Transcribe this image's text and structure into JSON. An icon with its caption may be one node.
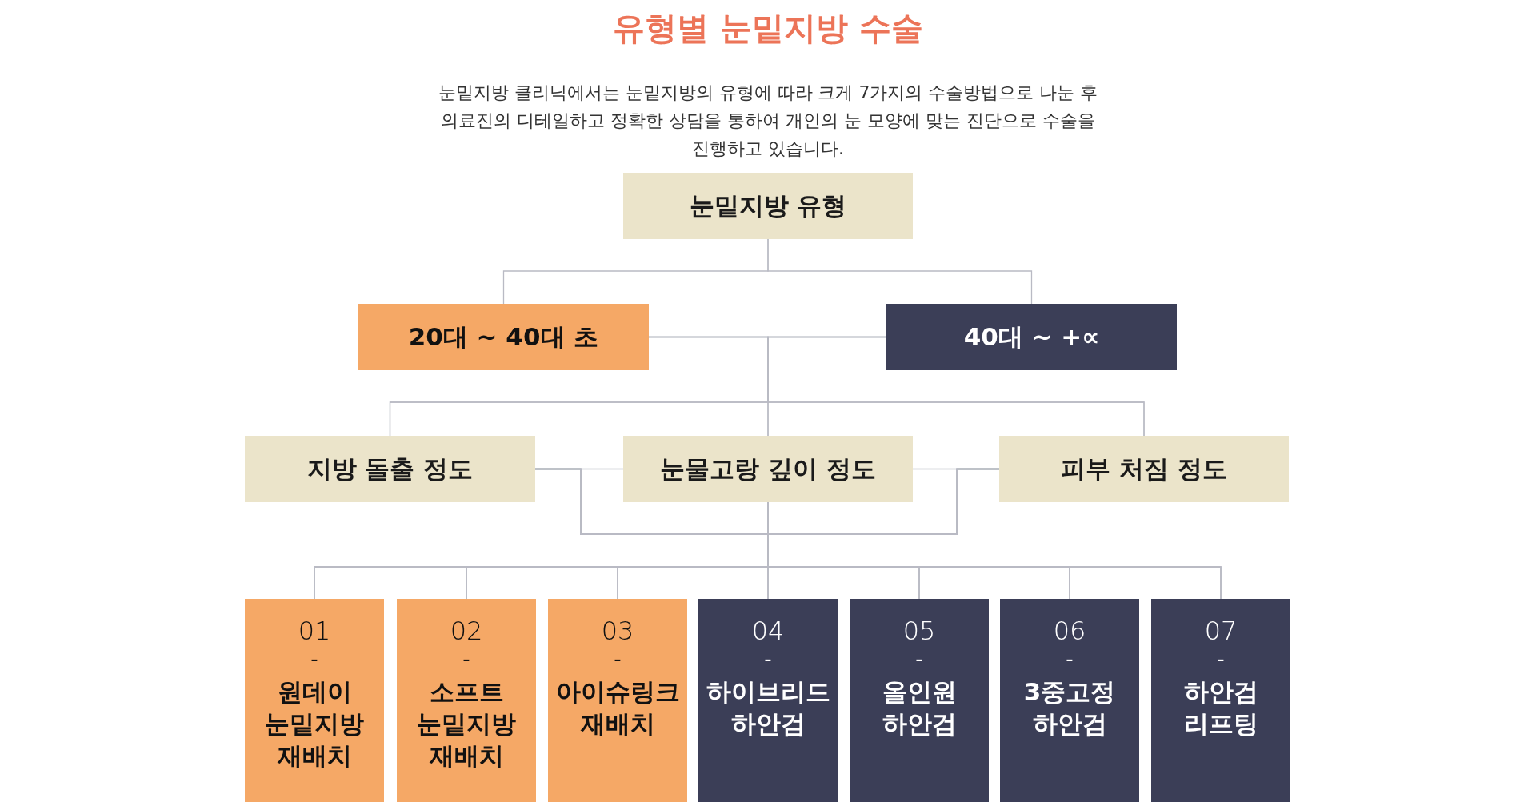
{
  "diagram": {
    "title": "유형별 눈밑지방 수술",
    "nodes": [
      {
        "text": [
          "눈밑지방 유형"
        ]
      },
      {
        "text": [
          "20대 ~ 40대 초"
        ]
      },
      {
        "text": [
          "40대 ~ +∝"
        ]
      },
      {
        "text": [
          "지방 돌출 정도"
        ]
      },
      {
        "text": [
          "눈물고랑 깊이 정도"
        ]
      },
      {
        "text": [
          "피부 처짐 정도"
        ]
      },
      {
        "text": [
          "01",
          "-",
          "원데이 눈밑지방 재배치"
        ]
      },
      {
        "text": [
          "02",
          "-",
          "소프트 눈밑지방 재배치"
        ]
      },
      {
        "text": [
          "03",
          "-",
          "아이슈링크 재배치"
        ]
      },
      {
        "text": [
          "04",
          "-",
          "하이브리드 하안검"
        ]
      },
      {
        "text": [
          "05",
          "-",
          "올인원 하안검"
        ]
      },
      {
        "text": [
          "06",
          "-",
          "3중고정 하안검"
        ]
      },
      {
        "text": [
          "07",
          "-",
          "하안검 리프팅"
        ]
      }
    ],
    "edges": [
      {
        "from": 0,
        "to": 1,
        "arrow": "none"
      },
      {
        "from": 0,
        "to": 2,
        "arrow": "none"
      },
      {
        "from": 1,
        "to": 3,
        "arrow": "none"
      },
      {
        "from": 1,
        "to": 4,
        "arrow": "none"
      },
      {
        "from": 1,
        "to": 5,
        "arrow": "none"
      },
      {
        "from": 2,
        "to": 3,
        "arrow": "none"
      },
      {
        "from": 2,
        "to": 4,
        "arrow": "none"
      },
      {
        "from": 2,
        "to": 5,
        "arrow": "none"
      },
      {
        "from": 3,
        "to": 4,
        "arrow": "none"
      },
      {
        "from": 4,
        "to": 5,
        "arrow": "none"
      },
      {
        "from": 3,
        "to": 6,
        "arrow": "none"
      },
      {
        "from": 3,
        "to": 7,
        "arrow": "none"
      },
      {
        "from": 3,
        "to": 8,
        "arrow": "none"
      },
      {
        "from": 3,
        "to": 9,
        "arrow": "none"
      },
      {
        "from": 3,
        "to": 10,
        "arrow": "none"
      },
      {
        "from": 3,
        "to": 11,
        "arrow": "none"
      },
      {
        "from": 3,
        "to": 12,
        "arrow": "none"
      },
      {
        "from": 4,
        "to": 6,
        "arrow": "none"
      },
      {
        "from": 4,
        "to": 7,
        "arrow": "none"
      },
      {
        "from": 4,
        "to": 8,
        "arrow": "none"
      },
      {
        "from": 4,
        "to": 9,
        "arrow": "none"
      },
      {
        "from": 4,
        "to": 10,
        "arrow": "none"
      },
      {
        "from": 4,
        "to": 11,
        "arrow": "none"
      },
      {
        "from": 4,
        "to": 12,
        "arrow": "none"
      },
      {
        "from": 5,
        "to": 6,
        "arrow": "none"
      },
      {
        "from": 5,
        "to": 7,
        "arrow": "none"
      },
      {
        "from": 5,
        "to": 8,
        "arrow": "none"
      },
      {
        "from": 5,
        "to": 9,
        "arrow": "none"
      },
      {
        "from": 5,
        "to": 10,
        "arrow": "none"
      },
      {
        "from": 5,
        "to": 11,
        "arrow": "none"
      },
      {
        "from": 5,
        "to": 12,
        "arrow": "none"
      }
    ],
    "labels": [
      "눈밑지방 클리닉에서는 눈밑지방의 유형에 따라 크게 7가지의 수술방법으로 나눈 후 의료진의 디테일하고 정확한 상담을 통하여 개인의 눈 모양에 맞는 진단으로 수술을 진행하고 있습니다."
    ]
  }
}
